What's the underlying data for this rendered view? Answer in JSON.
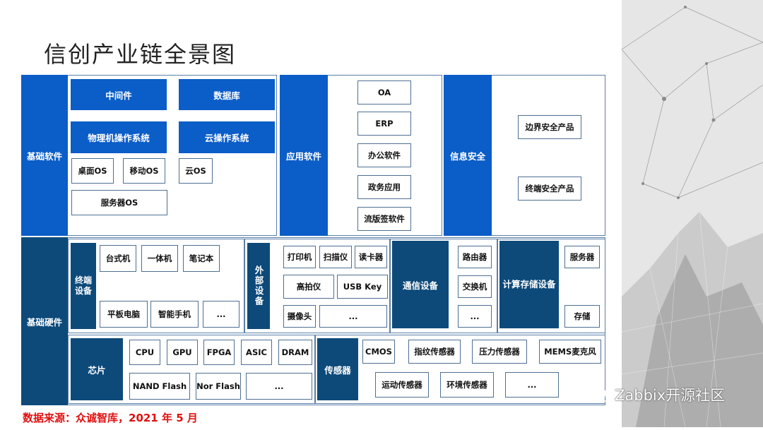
{
  "title": "信创产业链全景图",
  "source": "数据来源：众诚智库，2021 年 5 月",
  "watermark": "Zabbix开源社区",
  "soft": {
    "label": "基础软件",
    "middleware": "中间件",
    "database": "数据库",
    "physical_os": "物理机操作系统",
    "cloud_os": "云操作系统",
    "desktop_os": "桌面OS",
    "mobile_os": "移动OS",
    "cloud_os_short": "云OS",
    "server_os": "服务器OS"
  },
  "app": {
    "label": "应用软件",
    "items": [
      "OA",
      "ERP",
      "办公软件",
      "政务应用",
      "流版签软件"
    ]
  },
  "sec": {
    "label": "信息安全",
    "items": [
      "边界安全产品",
      "终端安全产品"
    ]
  },
  "hw": {
    "label": "基础硬件",
    "terminal": {
      "label": "终端设备",
      "items": [
        "台式机",
        "一体机",
        "笔记本",
        "平板电脑",
        "智能手机",
        "..."
      ]
    },
    "peripheral": {
      "label": "外部设备",
      "items": [
        "打印机",
        "扫描仪",
        "读卡器",
        "高拍仪",
        "USB Key",
        "摄像头",
        "..."
      ]
    },
    "comm": {
      "label": "通信设备",
      "items": [
        "路由器",
        "交换机",
        "..."
      ]
    },
    "compute": {
      "label": "计算存储设备",
      "items": [
        "服务器",
        "存储"
      ]
    },
    "chip": {
      "label": "芯片",
      "items": [
        "CPU",
        "GPU",
        "FPGA",
        "ASIC",
        "DRAM",
        "NAND Flash",
        "Nor Flash",
        "..."
      ]
    },
    "sensor": {
      "label": "传感器",
      "items": [
        "CMOS",
        "指纹传感器",
        "压力传感器",
        "MEMS麦克风",
        "运动传感器",
        "环境传感器",
        "..."
      ]
    }
  }
}
